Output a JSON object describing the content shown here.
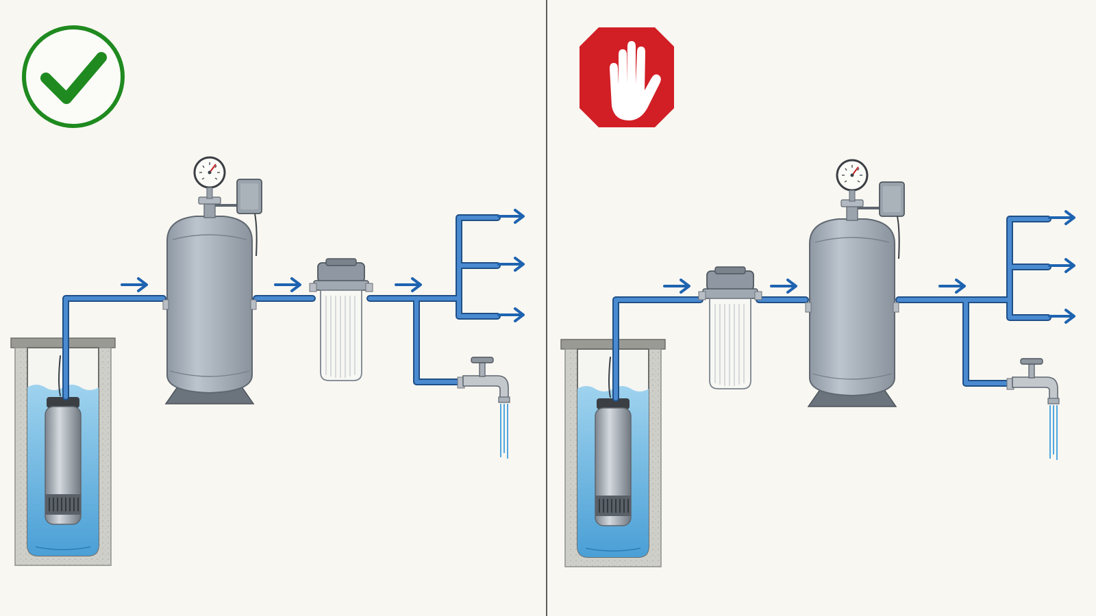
{
  "colors": {
    "background": "#f9f7f2",
    "divider": "#5c5c5c",
    "pipe": "#3d7cc0",
    "pipe_outline": "#1f4f86",
    "arrow": "#1e63b0",
    "check": "#1f8a1f",
    "stop": "#d21f26",
    "tank": "#a6afba",
    "tank_base": "#6b737c",
    "water": "#7fc3e8",
    "concrete": "#c9c9c4",
    "faucet": "#c3c8cd"
  },
  "panels": [
    {
      "verdict": "correct",
      "badge_icon": "check-circle-icon",
      "sequence": [
        "well",
        "submersible-pump",
        "pressure-tank",
        "sediment-filter",
        "branch-outlets",
        "faucet"
      ]
    },
    {
      "verdict": "incorrect",
      "badge_icon": "stop-hand-icon",
      "sequence": [
        "well",
        "submersible-pump",
        "sediment-filter",
        "pressure-tank",
        "branch-outlets",
        "faucet"
      ]
    }
  ],
  "icons": [
    "check-circle-icon",
    "stop-hand-icon",
    "pressure-gauge-icon",
    "pressure-switch-icon",
    "pressure-tank-icon",
    "sediment-filter-icon",
    "submersible-pump-icon",
    "faucet-icon",
    "flow-arrow-icon"
  ]
}
